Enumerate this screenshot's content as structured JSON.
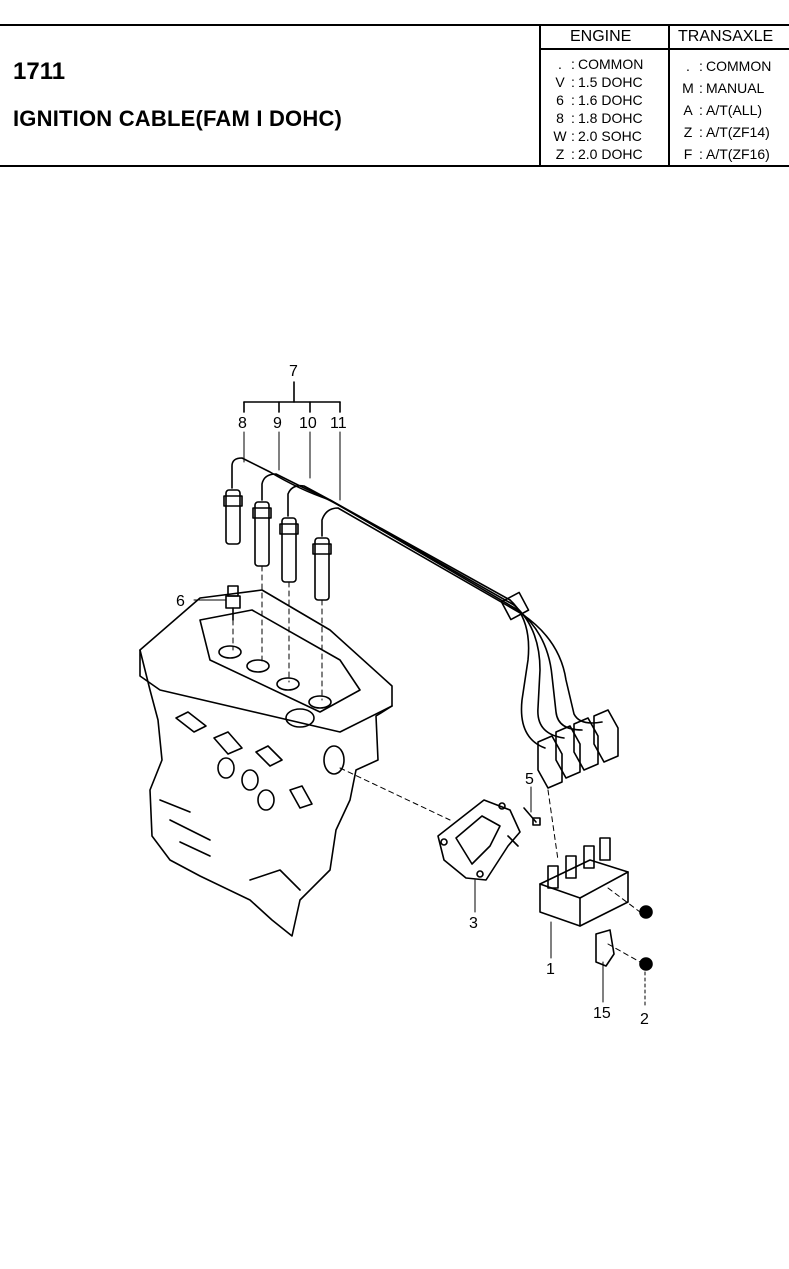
{
  "header": {
    "code": "1711",
    "title": "IGNITION CABLE(FAM I DOHC)"
  },
  "engine_table": {
    "heading": "ENGINE",
    "rows": [
      {
        "key": ".",
        "value": "COMMON"
      },
      {
        "key": "V",
        "value": "1.5 DOHC"
      },
      {
        "key": "6",
        "value": "1.6 DOHC"
      },
      {
        "key": "8",
        "value": "1.8 DOHC"
      },
      {
        "key": "W",
        "value": "2.0 SOHC"
      },
      {
        "key": "Z",
        "value": "2.0 DOHC"
      }
    ]
  },
  "transaxle_table": {
    "heading": "TRANSAXLE",
    "rows": [
      {
        "key": ".",
        "value": "COMMON"
      },
      {
        "key": "M",
        "value": "MANUAL"
      },
      {
        "key": "A",
        "value": "A/T(ALL)"
      },
      {
        "key": "Z",
        "value": "A/T(ZF14)"
      },
      {
        "key": "F",
        "value": "A/T(ZF16)"
      }
    ]
  },
  "callouts": {
    "c7": "7",
    "c8": "8",
    "c9": "9",
    "c10": "10",
    "c11": "11",
    "c6": "6",
    "c5": "5",
    "c3": "3",
    "c1": "1",
    "c15": "15",
    "c2": "2"
  }
}
